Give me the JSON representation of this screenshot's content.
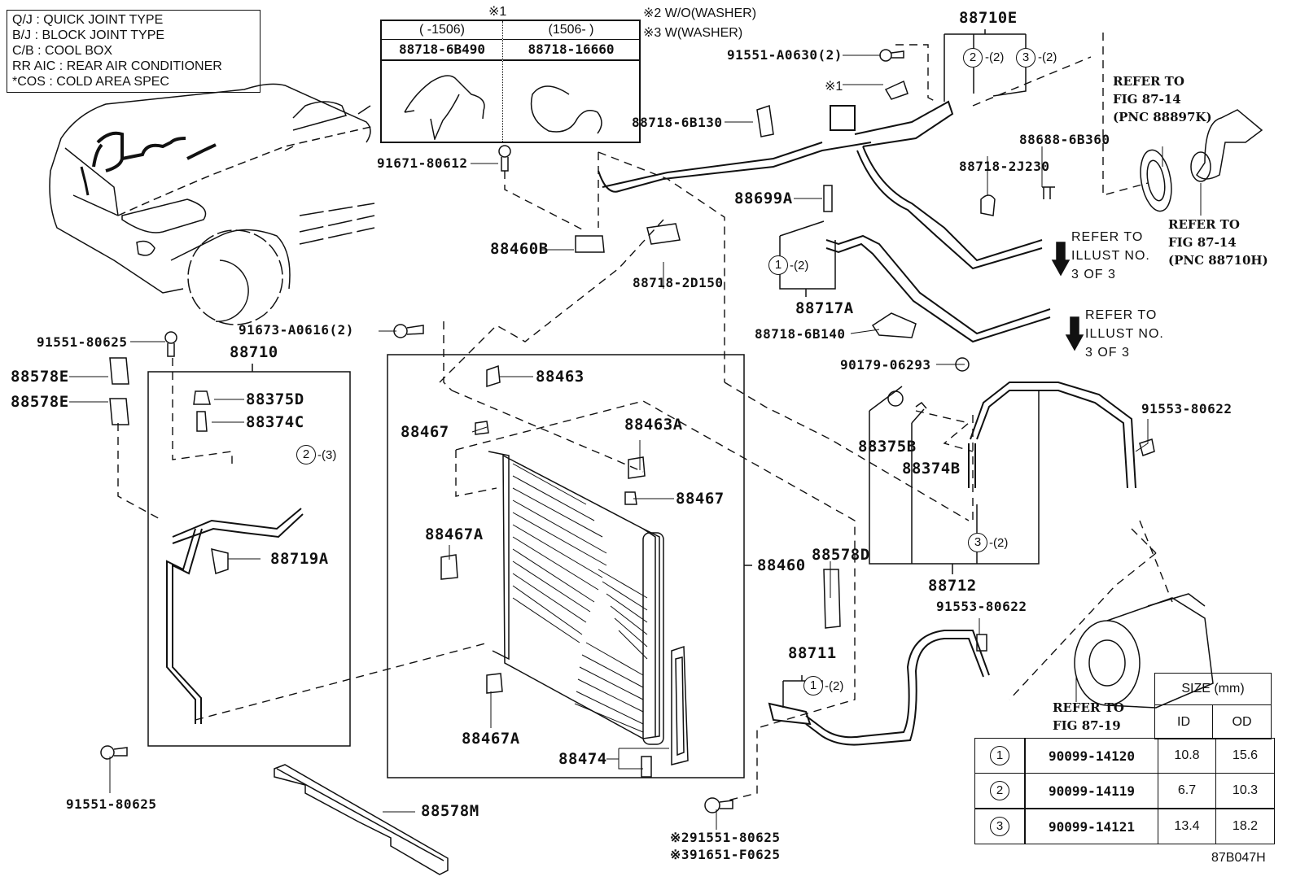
{
  "legend": {
    "items": [
      {
        "abbr": "Q/J",
        "sep": ":",
        "desc": "QUICK JOINT TYPE"
      },
      {
        "abbr": "B/J",
        "sep": ":",
        "desc": "BLOCK JOINT TYPE"
      },
      {
        "abbr": "C/B",
        "sep": ":",
        "desc": "COOL BOX"
      },
      {
        "abbr": "RR AIC",
        "sep": ":",
        "desc": "REAR AIR CONDITIONER"
      },
      {
        "abbr": "*COS",
        "sep": ":",
        "desc": "COLD AREA SPEC"
      }
    ]
  },
  "notes": {
    "note1_marker": "※1",
    "note2": "※2 W/O(WASHER)",
    "note3": "※3 W(WASHER)"
  },
  "clip_table": {
    "title": "※1",
    "columns": [
      {
        "range": "(     -1506)",
        "part": "88718-6B490"
      },
      {
        "range": "(1506-     )",
        "part": "88718-16660"
      }
    ]
  },
  "labels": {
    "p91551_A0630": "91551-A0630(2)",
    "p88710E": "88710E",
    "note1_ref": "※1",
    "p88718_6B130": "88718-6B130",
    "p91671_80612": "91671-80612",
    "p88688_6B360": "88688-6B360",
    "p88718_2J230": "88718-2J230",
    "p88699A": "88699A",
    "p88460B": "88460B",
    "p88718_2D150": "88718-2D150",
    "p88717A": "88717A",
    "p88718_6B140": "88718-6B140",
    "p91673_A0616": "91673-A0616(2)",
    "p91551_80625_top": "91551-80625",
    "p88710": "88710",
    "p88578E_1": "88578E",
    "p88578E_2": "88578E",
    "p88375D": "88375D",
    "p88374C": "88374C",
    "p88719A": "88719A",
    "p88463": "88463",
    "p88467_1": "88467",
    "p88463A": "88463A",
    "p88467_2": "88467",
    "p88467A_1": "88467A",
    "p88467A_2": "88467A",
    "p88460": "88460",
    "p88474": "88474",
    "p88578D": "88578D",
    "p88578M": "88578M",
    "p91551_80625_bot": "91551-80625",
    "p90179_06293": "90179-06293",
    "p88375B": "88375B",
    "p88374B": "88374B",
    "p91553_80622_a": "91553-80622",
    "p88712": "88712",
    "p91553_80622_b": "91553-80622",
    "p88711": "88711",
    "p91551_80625_w2": "※291551-80625",
    "p91651_F0625_w3": "※391651-F0625"
  },
  "orings": {
    "e2": {
      "num": "2",
      "qty": "-(2)"
    },
    "e3": {
      "num": "3",
      "qty": "-(2)"
    },
    "a717": {
      "num": "1",
      "qty": "-(2)"
    },
    "a710": {
      "num": "2",
      "qty": "-(3)"
    },
    "a712": {
      "num": "3",
      "qty": "-(2)"
    },
    "a711": {
      "num": "1",
      "qty": "-(2)"
    }
  },
  "refers": {
    "r1": [
      "REFER TO",
      "FIG 87-14",
      "(PNC 88897K)"
    ],
    "r2": [
      "REFER TO",
      "FIG 87-14",
      "(PNC 88710H)"
    ],
    "r3": [
      "REFER TO",
      "ILLUST NO.",
      "3 OF 3"
    ],
    "r4": [
      "REFER TO",
      "ILLUST NO.",
      "3 OF 3"
    ],
    "r5": [
      "REFER TO",
      "FIG 87-19"
    ]
  },
  "size_table": {
    "header": "SIZE (mm)",
    "col_id": "ID",
    "col_od": "OD",
    "rows": [
      {
        "num": "1",
        "part": "90099-14120",
        "id": "10.8",
        "od": "15.6"
      },
      {
        "num": "2",
        "part": "90099-14119",
        "id": "6.7",
        "od": "10.3"
      },
      {
        "num": "3",
        "part": "90099-14121",
        "id": "13.4",
        "od": "18.2"
      }
    ]
  },
  "illustration_id": "87B047H"
}
